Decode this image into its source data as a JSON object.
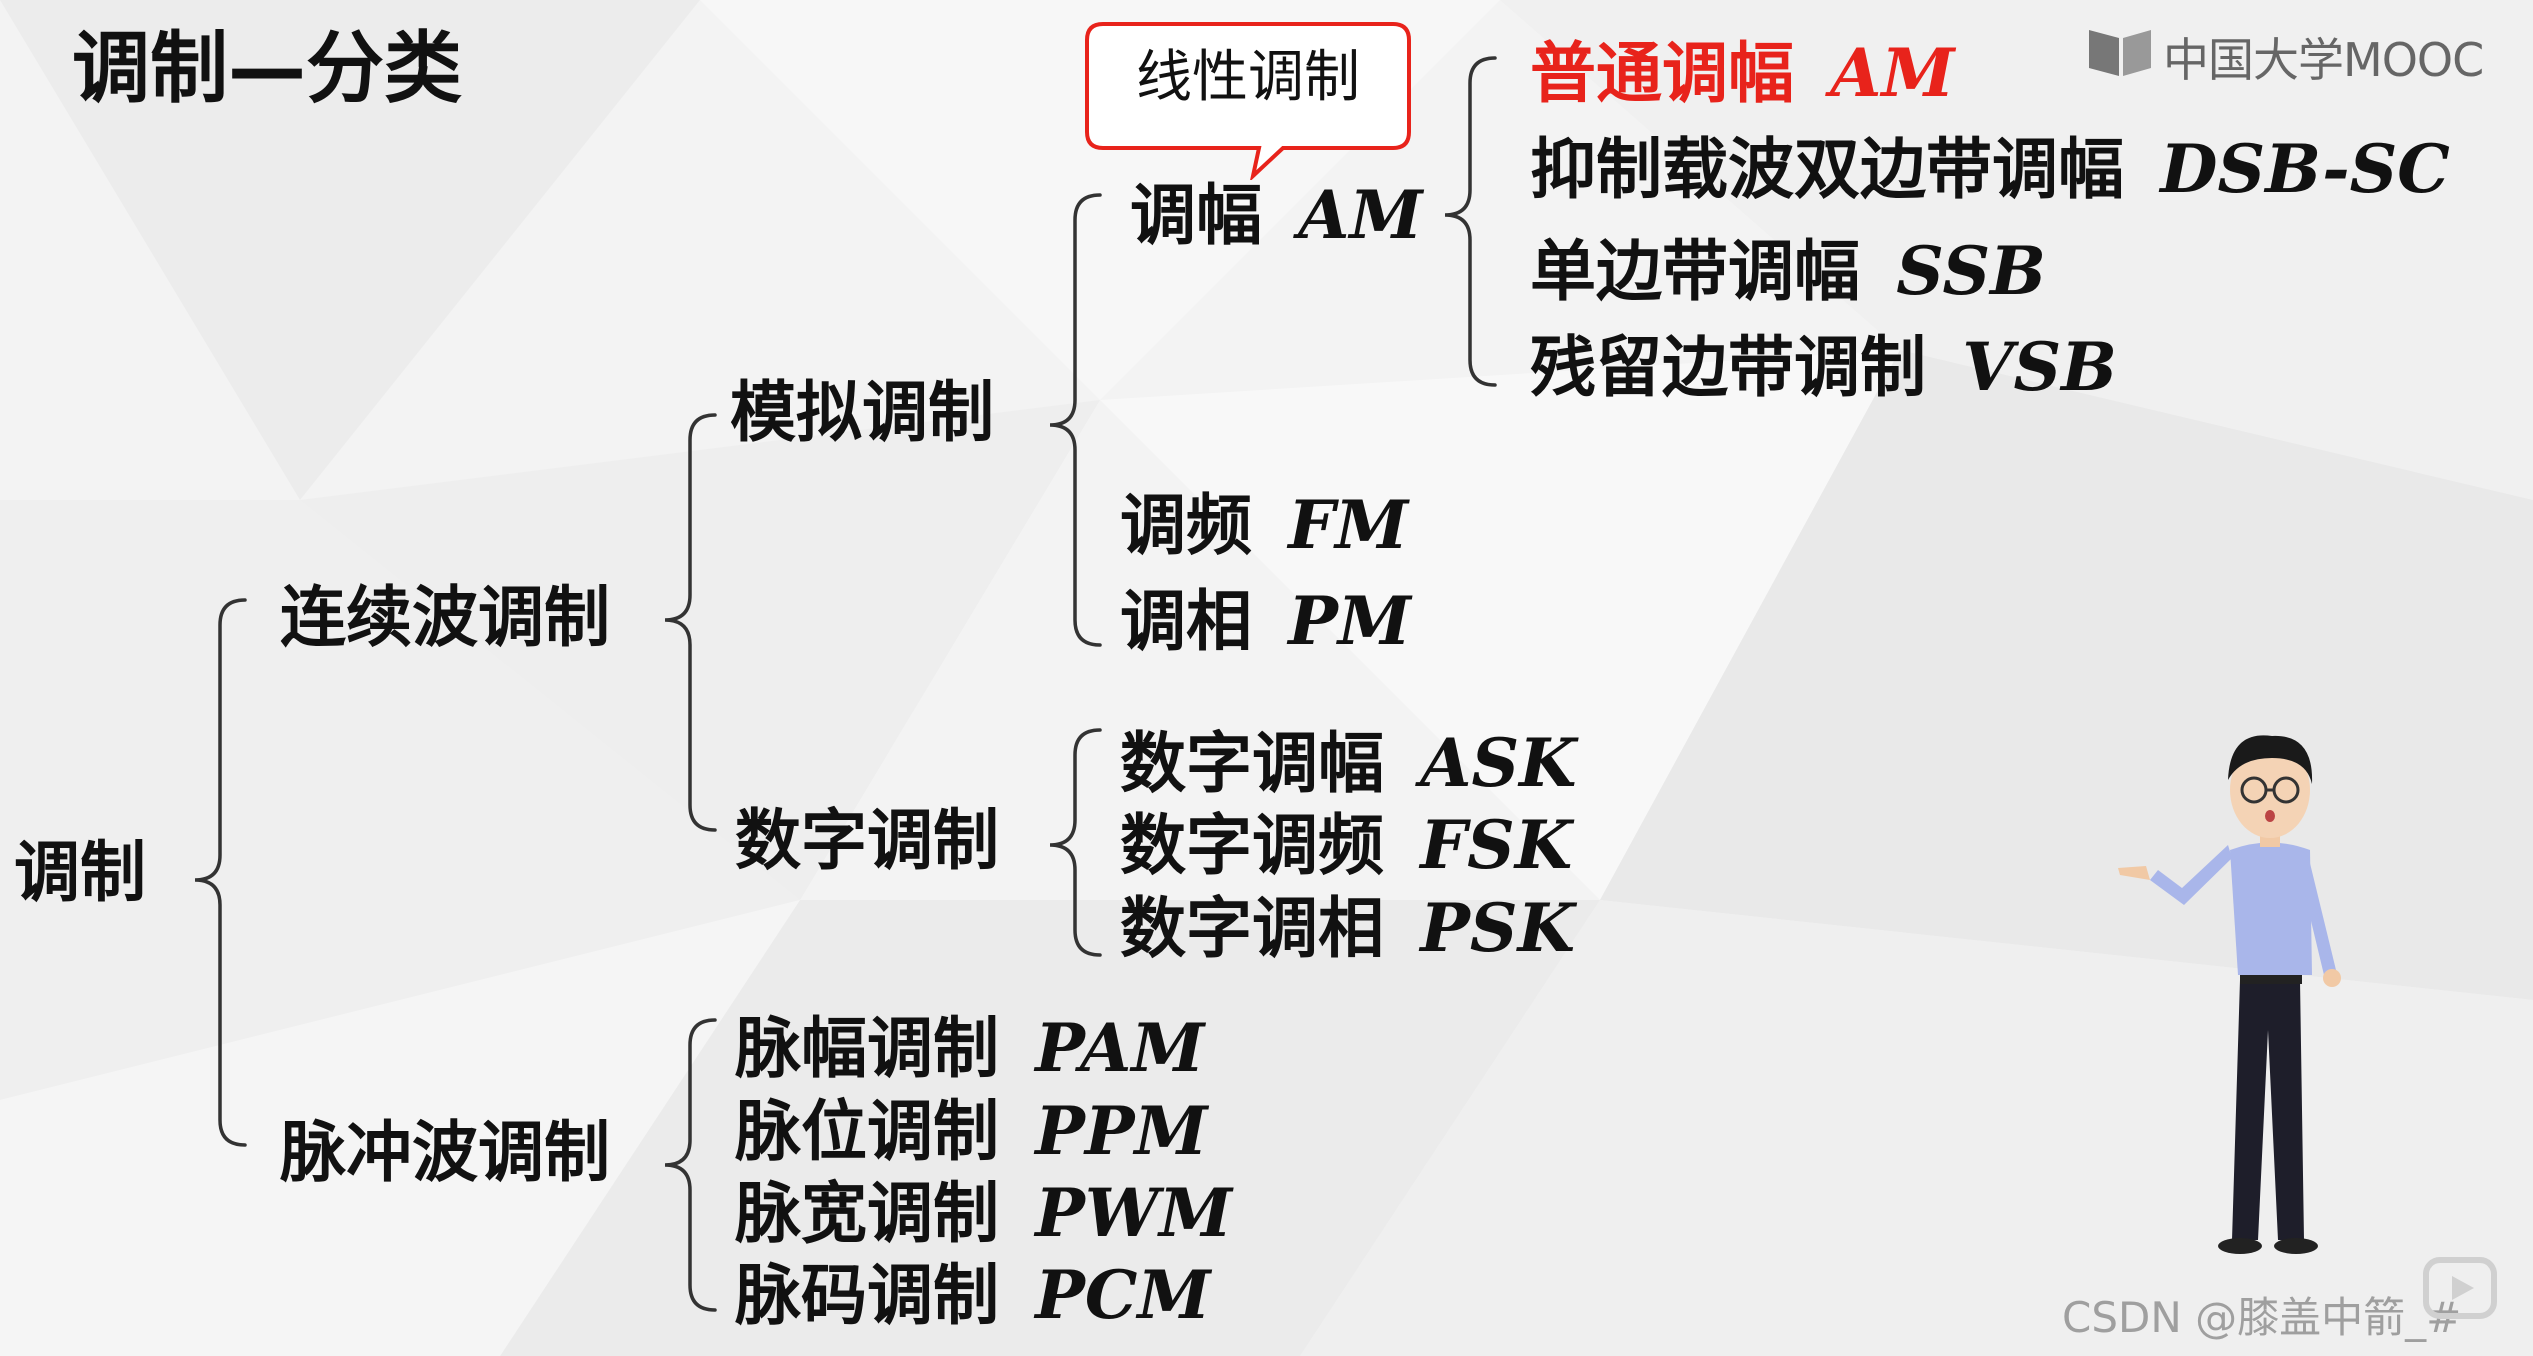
{
  "title": "调制—分类",
  "logo": {
    "text": "中国大学MOOC"
  },
  "watermark": "CSDN @膝盖中箭_#",
  "callout": {
    "text": "线性调制"
  },
  "root": {
    "label": "调制"
  },
  "continuous": {
    "label": "连续波调制",
    "analog": {
      "label": "模拟调制",
      "am": {
        "name": "调幅",
        "abbr": "AM",
        "items": [
          {
            "name": "普通调幅",
            "abbr": "AM"
          },
          {
            "name": "抑制载波双边带调幅",
            "abbr": "DSB-SC"
          },
          {
            "name": "单边带调幅",
            "abbr": "SSB"
          },
          {
            "name": "残留边带调制",
            "abbr": "VSB"
          }
        ]
      },
      "fm": {
        "name": "调频",
        "abbr": "FM"
      },
      "pm": {
        "name": "调相",
        "abbr": "PM"
      }
    },
    "digital": {
      "label": "数字调制",
      "items": [
        {
          "name": "数字调幅",
          "abbr": "ASK"
        },
        {
          "name": "数字调频",
          "abbr": "FSK"
        },
        {
          "name": "数字调相",
          "abbr": "PSK"
        }
      ]
    }
  },
  "pulse": {
    "label": "脉冲波调制",
    "items": [
      {
        "name": "脉幅调制",
        "abbr": "PAM"
      },
      {
        "name": "脉位调制",
        "abbr": "PPM"
      },
      {
        "name": "脉宽调制",
        "abbr": "PWM"
      },
      {
        "name": "脉码调制",
        "abbr": "PCM"
      }
    ]
  },
  "colors": {
    "highlight": "#e8231b",
    "text": "#111111",
    "brace": "#333333",
    "callout_border": "#e8231b"
  }
}
